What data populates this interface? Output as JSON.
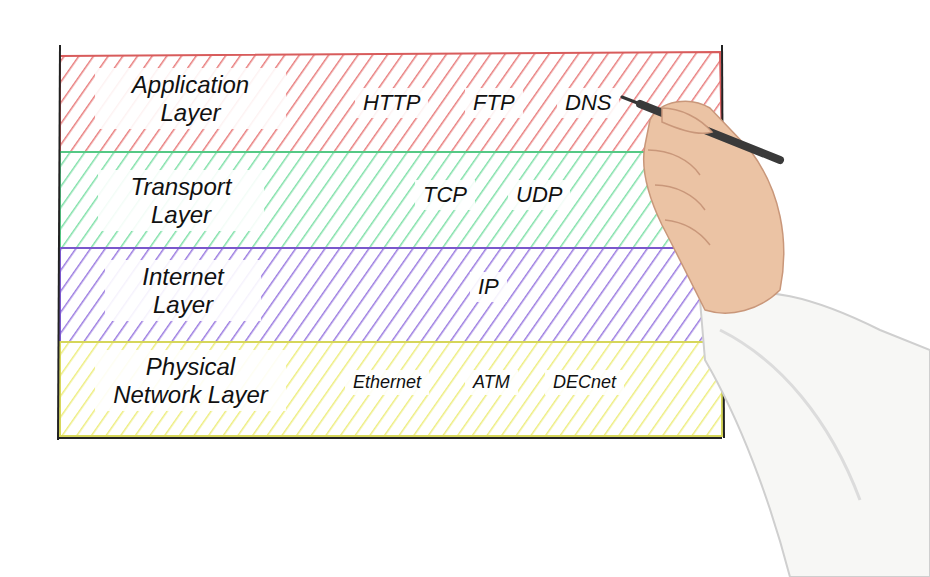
{
  "diagram": {
    "nodes": [
      {
        "text": [
          "Application Layer"
        ]
      },
      {
        "text": [
          "HTTP"
        ],
        "in": 0
      },
      {
        "text": [
          "FTP"
        ],
        "in": 0
      },
      {
        "text": [
          "DNS"
        ],
        "in": 0
      },
      {
        "text": [
          "Transport Layer"
        ]
      },
      {
        "text": [
          "TCP"
        ],
        "in": 4
      },
      {
        "text": [
          "UDP"
        ],
        "in": 4
      },
      {
        "text": [
          "Internet Layer"
        ]
      },
      {
        "text": [
          "IP"
        ],
        "in": 7
      },
      {
        "text": [
          "Physical Network Layer"
        ]
      },
      {
        "text": [
          "Ethernet"
        ],
        "in": 9
      },
      {
        "text": [
          "ATM"
        ],
        "in": 9
      },
      {
        "text": [
          "DECnet"
        ],
        "in": 9
      }
    ]
  }
}
